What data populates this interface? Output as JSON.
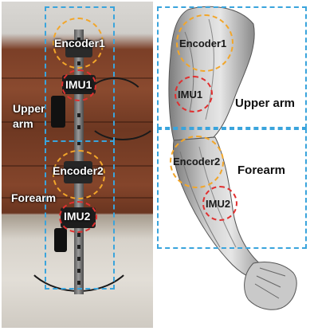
{
  "labels": {
    "encoder1": "Encoder1",
    "imu1": "IMU1",
    "upper_arm": "Upper arm",
    "encoder2": "Encoder2",
    "imu2": "IMU2",
    "forearm": "Forearm"
  },
  "colors": {
    "box": "#3aa4dc",
    "encoder_circle": "#f2a62a",
    "imu_circle": "#e03030"
  }
}
